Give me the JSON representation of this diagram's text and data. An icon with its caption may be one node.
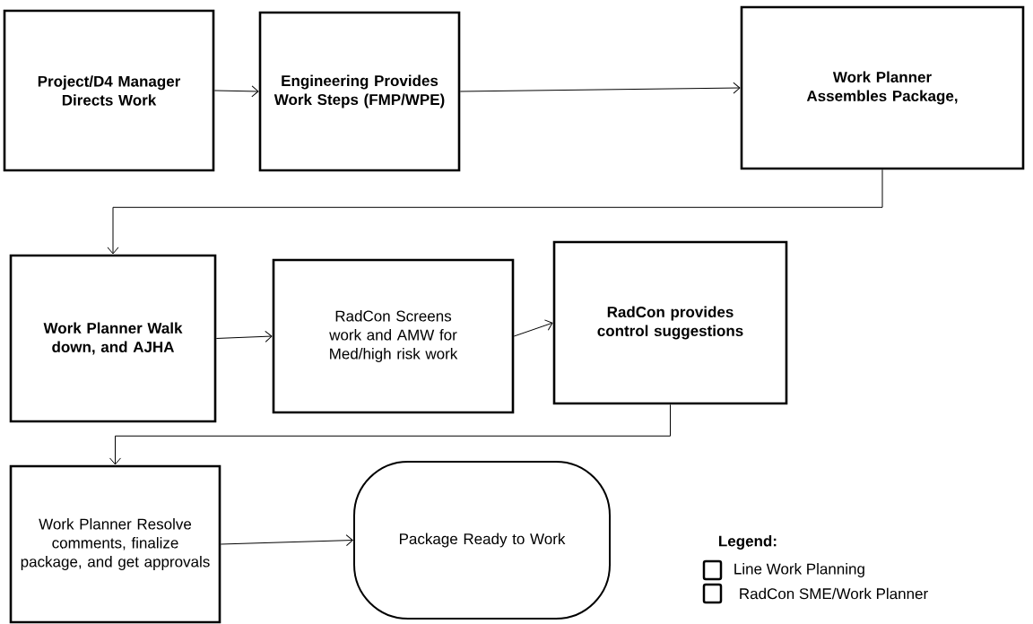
{
  "diagram": {
    "nodes": [
      {
        "text": [
          "Project/D4 Manager Directs Work"
        ]
      },
      {
        "text": [
          "Engineering Provides Work Steps (FMP/WPE)"
        ]
      },
      {
        "text": [
          "Work Planner Assembles Package,"
        ]
      },
      {
        "text": [
          "Work Planner Walk down, and AJHA"
        ]
      },
      {
        "text": [
          "RadCon Screens work and AMW for Med/high risk work"
        ]
      },
      {
        "text": [
          "RadCon provides control suggestions"
        ]
      },
      {
        "text": [
          "Work Planner Resolve comments, finalize package, and get approvals"
        ]
      },
      {
        "text": [
          "Package Ready to Work"
        ]
      }
    ],
    "edges": [
      {
        "from": 0,
        "to": 1,
        "arrow": "to"
      },
      {
        "from": 1,
        "to": 2,
        "arrow": "to"
      },
      {
        "from": 2,
        "to": 3,
        "arrow": "to"
      },
      {
        "from": 3,
        "to": 4,
        "arrow": "to"
      },
      {
        "from": 4,
        "to": 5,
        "arrow": "to"
      },
      {
        "from": 5,
        "to": 6,
        "arrow": "to"
      },
      {
        "from": 6,
        "to": 7,
        "arrow": "to"
      }
    ],
    "labels": [
      "Legend:"
    ],
    "legend": [
      {
        "text": "Line Work Planning"
      },
      {
        "text": "RadCon SME/Work Planner"
      }
    ]
  }
}
